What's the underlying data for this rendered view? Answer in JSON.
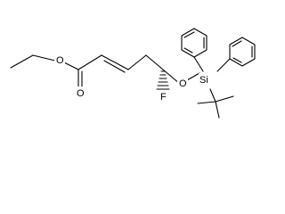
{
  "molecule": {
    "atom_labels": {
      "ester_oxygen": "O",
      "carbonyl_oxygen": "O",
      "fluorine": "F",
      "ether_oxygen": "O",
      "silicon": "Si"
    }
  },
  "colors": {
    "bond": "#000000",
    "label": "#000000",
    "background": "#ffffff"
  }
}
